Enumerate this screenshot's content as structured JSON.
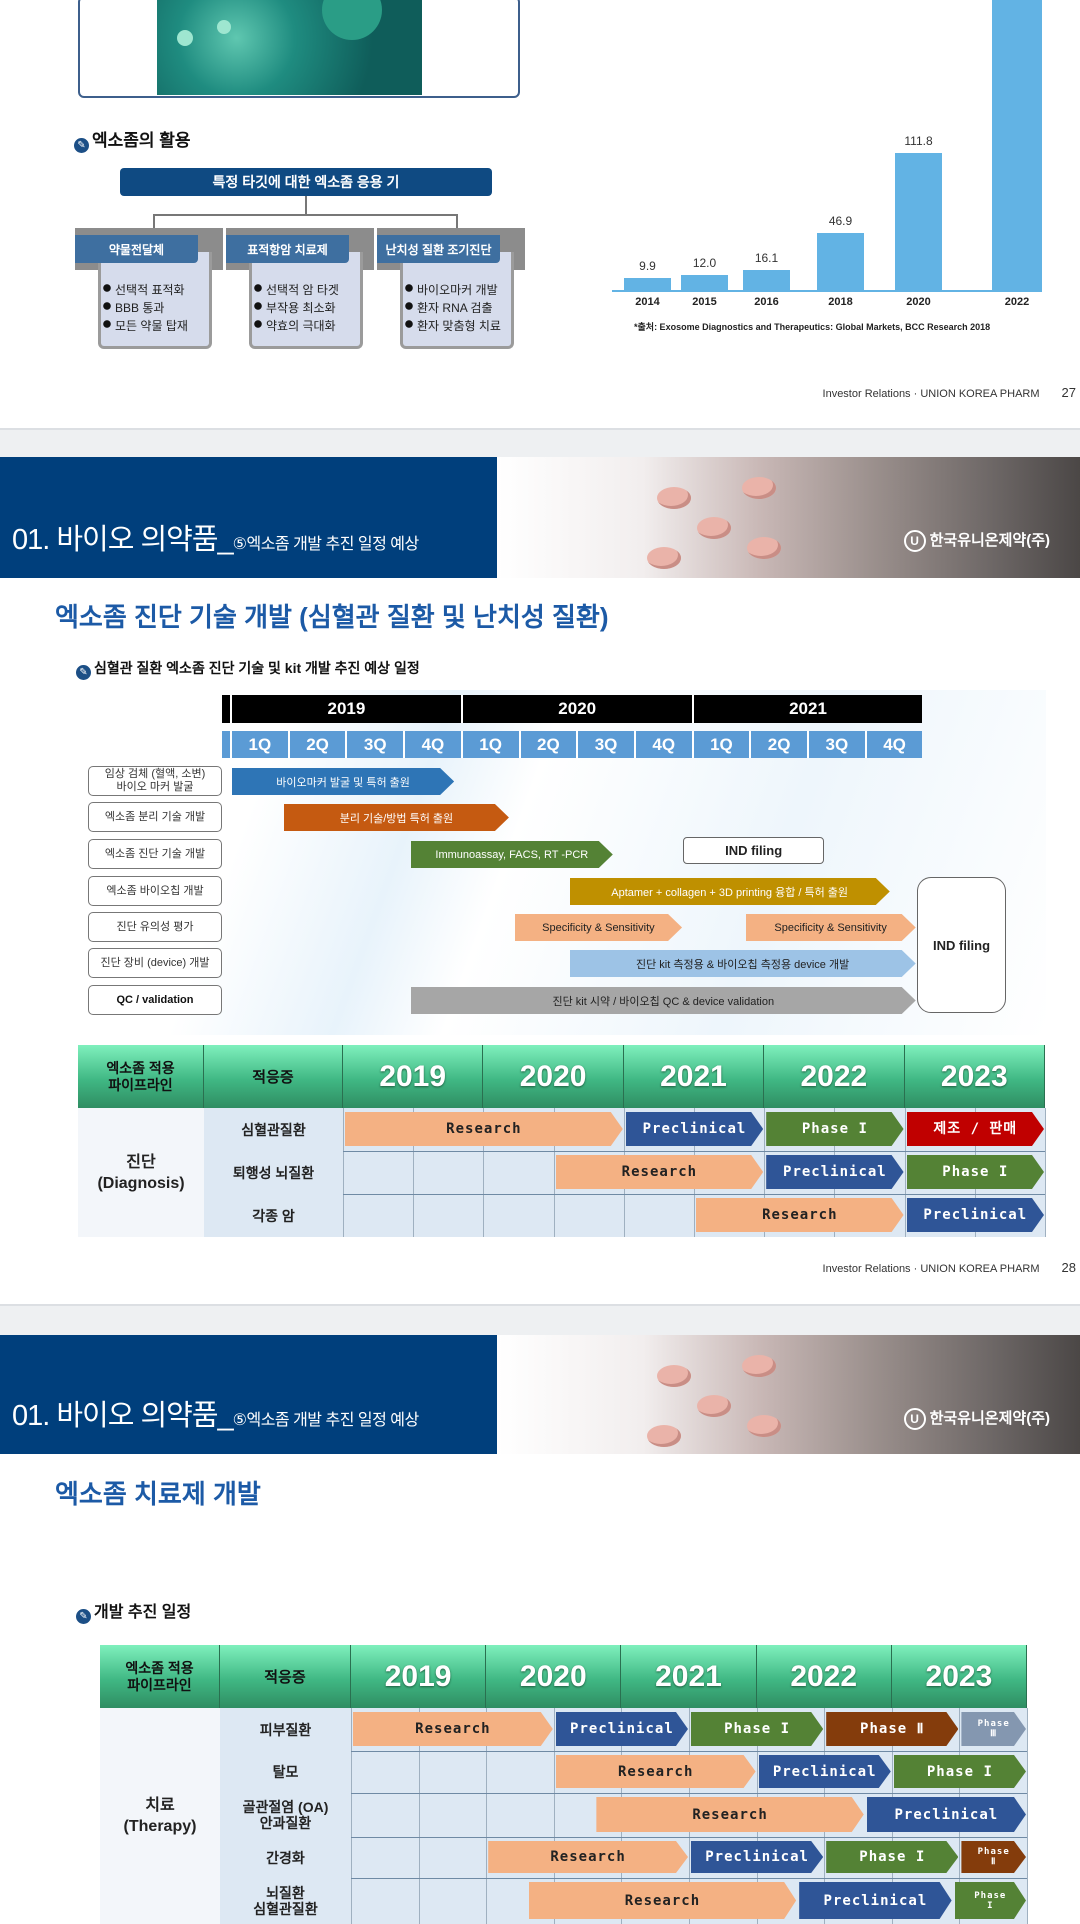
{
  "slide27": {
    "section_heading": "엑소좀의 활용",
    "org_chart": {
      "top": "특정 타깃에 대한 엑소좀 응용 기",
      "branches": [
        {
          "title": "약물전달체",
          "items": [
            "선택적 표적화",
            "BBB 통과",
            "모든 약물 탑재"
          ]
        },
        {
          "title": "표적항암 치료제",
          "items": [
            "선택적 암 타겟",
            "부작용 최소화",
            "약효의 극대화"
          ]
        },
        {
          "title": "난치성 질환 조기진단",
          "items": [
            "바이오마커 개발",
            "환자 RNA 검출",
            "환자 맞춤형 치료"
          ]
        }
      ]
    },
    "chart_data": {
      "type": "bar",
      "categories": [
        "2014",
        "2015",
        "2016",
        "2018",
        "2020",
        "2022"
      ],
      "values": [
        9.9,
        12.0,
        16.1,
        46.9,
        111.8,
        null
      ],
      "value_labels": [
        "9.9",
        "12.0",
        "16.1",
        "46.9",
        "111.8",
        ""
      ],
      "source": "*출처:  Exosome Diagnostics and Therapeutics: Global Markets, BCC Research 2018",
      "color": "#62b3e4"
    },
    "footer": {
      "text": "Investor Relations · UNION KOREA PHARM",
      "page": "27"
    }
  },
  "slide28": {
    "header": {
      "title": "01. 바이오 의약품_",
      "subtitle": "⑤엑소좀 개발 추진 일정 예상",
      "logo": "한국유니온제약(주)"
    },
    "heading": "엑소좀 진단 기술 개발 (심혈관 질환 및 난치성 질환)",
    "subheading": "심혈관 질환 엑소좀 진단 기술 및 kit 개발 추진 예상 일정",
    "gantt": {
      "years": [
        "2019",
        "2020",
        "2021"
      ],
      "quarters": [
        "1Q",
        "2Q",
        "3Q",
        "4Q",
        "1Q",
        "2Q",
        "3Q",
        "4Q",
        "1Q",
        "2Q",
        "3Q",
        "4Q"
      ],
      "rows": [
        {
          "label": "임상 검체 (혈액, 소변)\n바이오 마커 발굴",
          "bars": [
            {
              "text": "바이오마커 발굴 및 특허 출원",
              "start": 0,
              "end": 3.85,
              "color": "#2e75b6",
              "fg": "#fff"
            }
          ]
        },
        {
          "label": "엑소좀 분리 기술 개발",
          "bars": [
            {
              "text": "분리 기술/방법 특허 출원",
              "start": 0.9,
              "end": 4.8,
              "color": "#c55a11",
              "fg": "#fff"
            }
          ]
        },
        {
          "label": "엑소좀 진단 기술 개발",
          "bars": [
            {
              "text": "Immunoassay, FACS, RT -PCR",
              "start": 3.1,
              "end": 6.6,
              "color": "#548235",
              "fg": "#fff"
            }
          ],
          "box": {
            "text": "IND filing",
            "start": 7.85,
            "end": 10.3
          }
        },
        {
          "label": "엑소좀 바이오칩 개발",
          "bars": [
            {
              "text": "Aptamer + collagen + 3D printing 융합 / 특허 출원",
              "start": 5.85,
              "end": 11.4,
              "color": "#bf9000",
              "fg": "#fff"
            }
          ]
        },
        {
          "label": "진단 유의성 평가",
          "bars": [
            {
              "text": "Specificity & Sensitivity",
              "start": 4.9,
              "end": 7.8,
              "color": "#f4b183",
              "fg": "#222"
            },
            {
              "text": "Specificity & Sensitivity",
              "start": 8.9,
              "end": 11.85,
              "color": "#f4b183",
              "fg": "#222"
            }
          ]
        },
        {
          "label": "진단 장비 (device) 개발",
          "bars": [
            {
              "text": "진단 kit 측정용 & 바이오칩 측정용 device 개발",
              "start": 5.85,
              "end": 11.85,
              "color": "#9dc3e6",
              "fg": "#222"
            }
          ]
        },
        {
          "label": "QC / validation",
          "bars": [
            {
              "text": "진단 kit 시약 / 바이오칩 QC & device validation",
              "start": 3.1,
              "end": 11.85,
              "color": "#a6a6a6",
              "fg": "#222"
            }
          ]
        }
      ],
      "final_box": "IND filing"
    },
    "pipeline": {
      "col1": "엑소좀 적용\n파이프라인",
      "col2": "적응증",
      "years": [
        "2019",
        "2020",
        "2021",
        "2022",
        "2023"
      ],
      "group": "진단\n(Diagnosis)",
      "rows": [
        {
          "indication": "심혈관질환",
          "bars": [
            {
              "text": "Research",
              "start": 2019,
              "end": 2021,
              "phase": "research"
            },
            {
              "text": "Preclinical",
              "start": 2021,
              "end": 2022,
              "phase": "preclinical"
            },
            {
              "text": "Phase I",
              "start": 2022,
              "end": 2023,
              "phase": "p1"
            },
            {
              "text": "제조 / 판매",
              "start": 2023,
              "end": 2024,
              "phase": "sale"
            }
          ]
        },
        {
          "indication": "퇴행성 뇌질환",
          "bars": [
            {
              "text": "Research",
              "start": 2020.5,
              "end": 2022,
              "phase": "research"
            },
            {
              "text": "Preclinical",
              "start": 2022,
              "end": 2023,
              "phase": "preclinical"
            },
            {
              "text": "Phase I",
              "start": 2023,
              "end": 2024,
              "phase": "p1"
            }
          ]
        },
        {
          "indication": "각종 암",
          "bars": [
            {
              "text": "Research",
              "start": 2021.5,
              "end": 2023,
              "phase": "research"
            },
            {
              "text": "Preclinical",
              "start": 2023,
              "end": 2024,
              "phase": "preclinical"
            }
          ]
        }
      ]
    },
    "footer": {
      "text": "Investor Relations · UNION KOREA PHARM",
      "page": "28"
    }
  },
  "slide29": {
    "header": {
      "title": "01. 바이오 의약품_",
      "subtitle": "⑤엑소좀 개발 추진 일정 예상",
      "logo": "한국유니온제약(주)"
    },
    "heading": "엑소좀 치료제 개발",
    "subheading": "개발 추진 일정",
    "pipeline": {
      "col1": "엑소좀 적용\n파이프라인",
      "col2": "적응증",
      "years": [
        "2019",
        "2020",
        "2021",
        "2022",
        "2023"
      ],
      "group": "치료\n(Therapy)",
      "rows": [
        {
          "indication": "피부질환",
          "bars": [
            {
              "text": "Research",
              "start": 2019,
              "end": 2020.5,
              "phase": "research"
            },
            {
              "text": "Preclinical",
              "start": 2020.5,
              "end": 2021.5,
              "phase": "preclinical"
            },
            {
              "text": "Phase I",
              "start": 2021.5,
              "end": 2022.5,
              "phase": "p1"
            },
            {
              "text": "Phase Ⅱ",
              "start": 2022.5,
              "end": 2023.5,
              "phase": "p2"
            },
            {
              "text": "Phase\nⅢ",
              "start": 2023.5,
              "end": 2024,
              "phase": "p3"
            }
          ]
        },
        {
          "indication": "탈모",
          "bars": [
            {
              "text": "Research",
              "start": 2020.5,
              "end": 2022,
              "phase": "research"
            },
            {
              "text": "Preclinical",
              "start": 2022,
              "end": 2023,
              "phase": "preclinical"
            },
            {
              "text": "Phase I",
              "start": 2023,
              "end": 2024,
              "phase": "p1"
            }
          ]
        },
        {
          "indication": "골관절염 (OA)\n안과질환",
          "bars": [
            {
              "text": "Research",
              "start": 2020.8,
              "end": 2022.8,
              "phase": "research"
            },
            {
              "text": "Preclinical",
              "start": 2022.8,
              "end": 2024,
              "phase": "preclinical"
            }
          ]
        },
        {
          "indication": "간경화",
          "bars": [
            {
              "text": "Research",
              "start": 2020,
              "end": 2021.5,
              "phase": "research"
            },
            {
              "text": "Preclinical",
              "start": 2021.5,
              "end": 2022.5,
              "phase": "preclinical"
            },
            {
              "text": "Phase I",
              "start": 2022.5,
              "end": 2023.5,
              "phase": "p1"
            },
            {
              "text": "Phase\nⅡ",
              "start": 2023.5,
              "end": 2024,
              "phase": "p2"
            }
          ]
        },
        {
          "indication": "뇌질환\n심혈관질환",
          "bars": [
            {
              "text": "Research",
              "start": 2020.3,
              "end": 2022.3,
              "phase": "research"
            },
            {
              "text": "Preclinical",
              "start": 2022.3,
              "end": 2023.45,
              "phase": "preclinical"
            },
            {
              "text": "Phase\nI",
              "start": 2023.45,
              "end": 2024,
              "phase": "p1"
            }
          ]
        }
      ]
    }
  },
  "phase_colors": {
    "research": "#f4b183",
    "preclinical": "#2f5597",
    "p1": "#548235",
    "p2": "#843c0c",
    "p3": "#8497b0",
    "sale": "#c00000"
  }
}
